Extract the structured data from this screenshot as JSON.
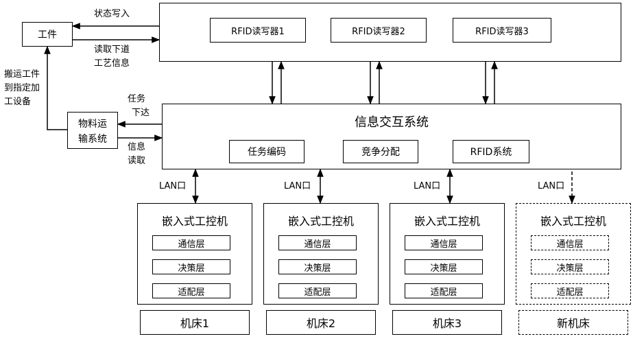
{
  "workpiece": "工件",
  "reader_system": {
    "readers": [
      "RFID读写器1",
      "RFID读写器2",
      "RFID读写器3"
    ]
  },
  "edge_labels": {
    "status_write": "状态写入",
    "read_next_line1": "读取下道",
    "read_next_line2": "工艺信息",
    "carry_line1": "搬运工件",
    "carry_line2": "到指定加",
    "carry_line3": "工设备",
    "task_line1": "任务",
    "task_line2": "下达",
    "info_line1": "信息",
    "info_line2": "读取"
  },
  "material_system_line1": "物料运",
  "material_system_line2": "输系统",
  "info_system": {
    "title": "信息交互系统",
    "modules": [
      "任务编码",
      "竞争分配",
      "RFID系统"
    ]
  },
  "lan_label": "LAN口",
  "machines": [
    {
      "controller": "嵌入式工控机",
      "layers": [
        "通信层",
        "决策层",
        "适配层"
      ],
      "machine": "机床1",
      "dashed": false
    },
    {
      "controller": "嵌入式工控机",
      "layers": [
        "通信层",
        "决策层",
        "适配层"
      ],
      "machine": "机床2",
      "dashed": false
    },
    {
      "controller": "嵌入式工控机",
      "layers": [
        "通信层",
        "决策层",
        "适配层"
      ],
      "machine": "机床3",
      "dashed": false
    },
    {
      "controller": "嵌入式工控机",
      "layers": [
        "通信层",
        "决策层",
        "适配层"
      ],
      "machine": "新机床",
      "dashed": true
    }
  ]
}
